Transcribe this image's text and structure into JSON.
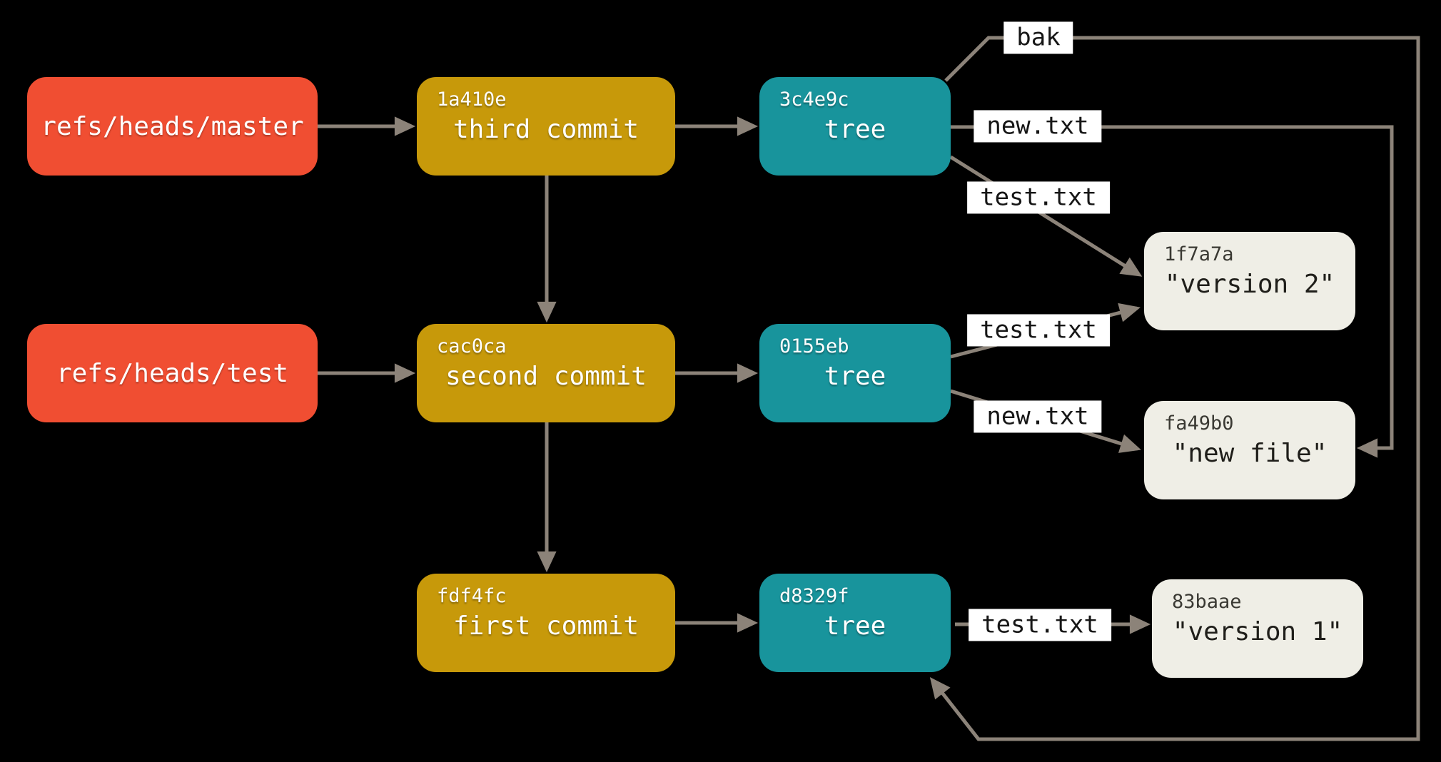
{
  "palette": {
    "background": "#000000",
    "ref_fill": "#f04e32",
    "commit_fill": "#c7990a",
    "tree_fill": "#18949c",
    "blob_fill": "#efeee6",
    "edge_color": "#8c8379",
    "edge_label_bg": "#ffffff",
    "edge_label_text": "#161616",
    "node_text": "#ffffff",
    "blob_text": "#1f1e1a"
  },
  "refs": [
    {
      "label": "refs/heads/master"
    },
    {
      "label": "refs/heads/test"
    }
  ],
  "commits": [
    {
      "hash": "1a410e",
      "label": "third commit"
    },
    {
      "hash": "cac0ca",
      "label": "second commit"
    },
    {
      "hash": "fdf4fc",
      "label": "first commit"
    }
  ],
  "trees": [
    {
      "hash": "3c4e9c",
      "label": "tree"
    },
    {
      "hash": "0155eb",
      "label": "tree"
    },
    {
      "hash": "d8329f",
      "label": "tree"
    }
  ],
  "blobs": [
    {
      "hash": "1f7a7a",
      "label": "\"version 2\""
    },
    {
      "hash": "fa49b0",
      "label": "\"new file\""
    },
    {
      "hash": "83baae",
      "label": "\"version 1\""
    }
  ],
  "edge_labels": [
    {
      "text": "bak"
    },
    {
      "text": "new.txt"
    },
    {
      "text": "test.txt"
    },
    {
      "text": "test.txt"
    },
    {
      "text": "new.txt"
    },
    {
      "text": "test.txt"
    }
  ]
}
